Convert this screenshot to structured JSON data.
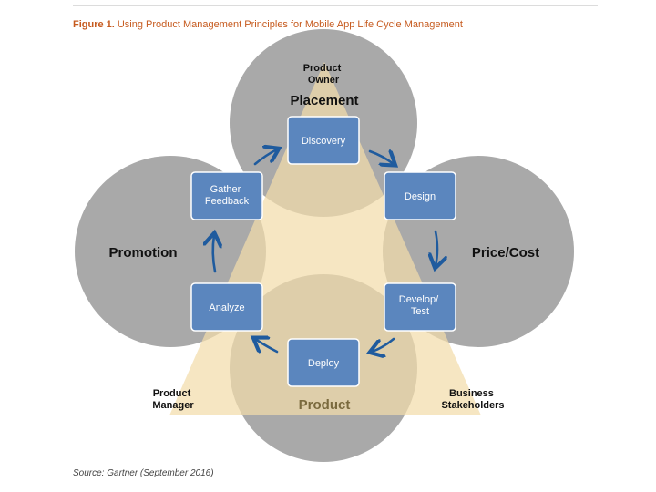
{
  "figure": {
    "number": "Figure 1.",
    "title": "Using Product Management Principles for Mobile App Life Cycle Management"
  },
  "circles": {
    "placement": "Placement",
    "promotion": "Promotion",
    "price_cost": "Price/Cost",
    "product": "Product"
  },
  "roles": {
    "product_owner": [
      "Product",
      "Owner"
    ],
    "product_manager": [
      "Product",
      "Manager"
    ],
    "business_stakeholders": [
      "Business",
      "Stakeholders"
    ]
  },
  "steps": {
    "discovery": [
      "Discovery"
    ],
    "design": [
      "Design"
    ],
    "develop_test": [
      "Develop/",
      "Test"
    ],
    "deploy": [
      "Deploy"
    ],
    "analyze": [
      "Analyze"
    ],
    "gather_feedback": [
      "Gather",
      "Feedback"
    ]
  },
  "colors": {
    "circle": "#a9a9a9",
    "triangle": "#f3dcaa",
    "step_box": "#5b86be",
    "arrow": "#1f5b9e",
    "title": "#c65a1e"
  },
  "source": "Source: Gartner (September 2016)"
}
